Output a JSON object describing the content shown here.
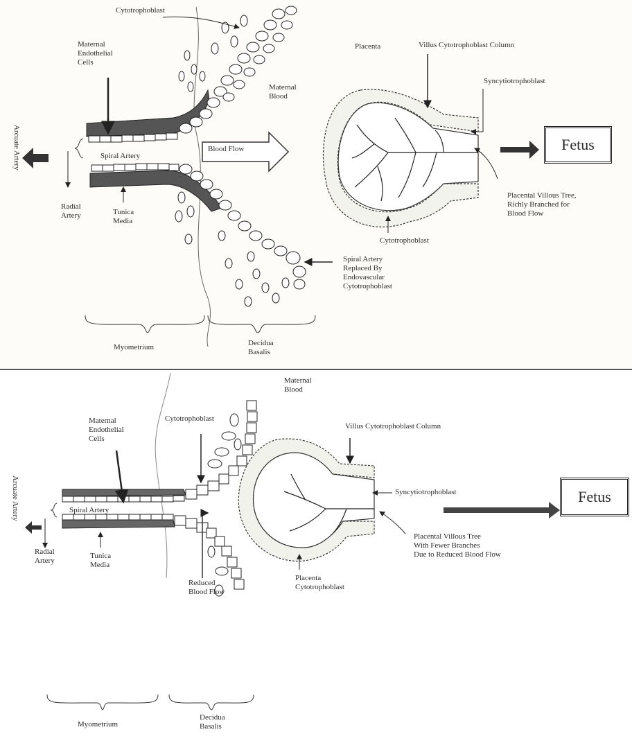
{
  "top": {
    "cytotrophoblast_top": "Cytotrophoblast",
    "maternal_endothelial": "Maternal\nEndothelial\nCells",
    "maternal_blood": "Maternal\nBlood",
    "arcuate_artery": "Arcuate Artery",
    "spiral_artery": "Spiral Artery",
    "blood_flow": "Blood Flow",
    "radial_artery": "Radial\nArtery",
    "tunica_media": "Tunica\nMedia",
    "placenta": "Placenta",
    "villus_column": "Villus Cytotrophoblast Column",
    "syncytiotrophoblast": "Syncytiotrophoblast",
    "fetus": "Fetus",
    "villous_tree": "Placental Villous Tree,\nRichly Branched for\nBlood Flow",
    "cytotrophoblast_bottom": "Cytotrophoblast",
    "replaced": "Spiral Artery\nReplaced By\nEndovascular\nCytotrophoblast",
    "myometrium": "Myometrium",
    "decidua": "Decidua\nBasalis"
  },
  "bottom": {
    "maternal_blood": "Maternal\nBlood",
    "maternal_endothelial": "Maternal\nEndothelial\nCells",
    "cytotrophoblast": "Cytotrophoblast",
    "villus_column": "Villus Cytotrophoblast Column",
    "arcuate_artery": "Arcuate Artery",
    "syncytiotrophoblast": "Syncytiotrophoblast",
    "fetus": "Fetus",
    "spiral_artery": "Spiral Artery",
    "radial_artery": "Radial\nArtery",
    "tunica_media": "Tunica\nMedia",
    "villous_tree": "Placental Villous Tree\nWith Fewer Branches\nDue to Reduced Blood Flow",
    "placenta_cyto": "Placenta\nCytotrophoblast",
    "reduced_flow": "Reduced\nBlood Flow",
    "myometrium": "Myometrium",
    "decidua": "Decidua\nBasalis"
  }
}
